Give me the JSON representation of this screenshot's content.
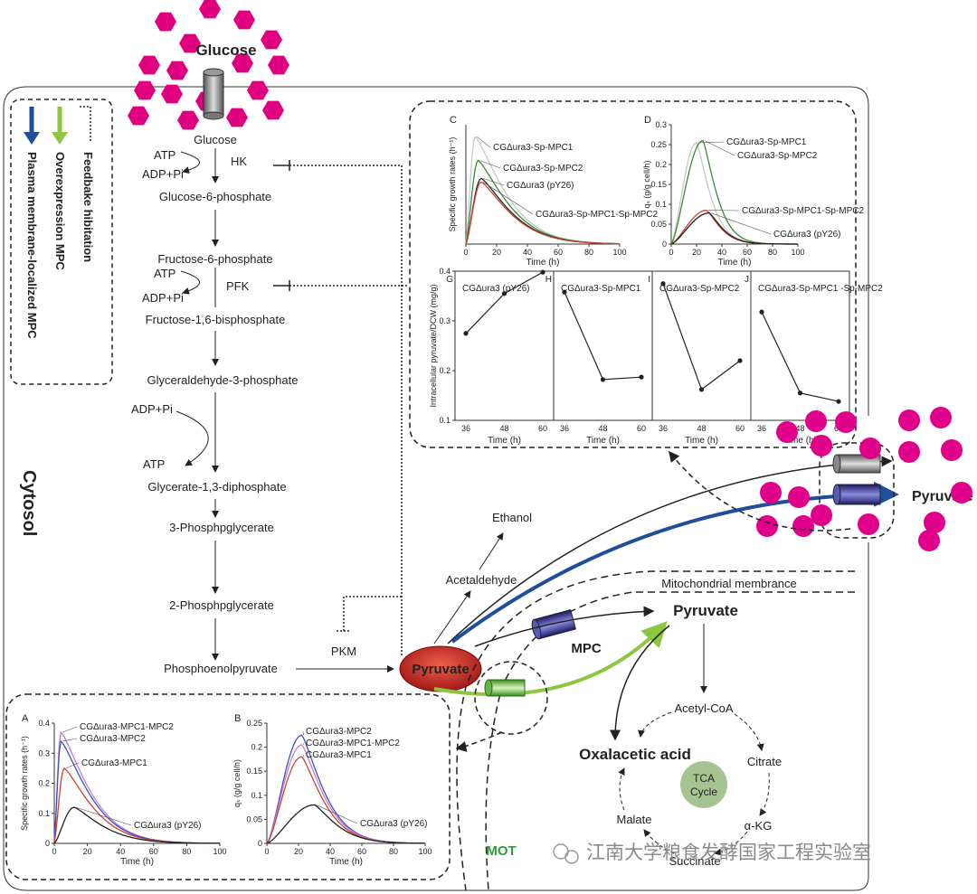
{
  "colors": {
    "hexagon": "#e0007f",
    "dot": "#e0008a",
    "blue_arrow": "#1f4e9a",
    "green_arrow": "#8dc63f",
    "pyruvate_oval": "#c8242b",
    "tca_circle": "#a6c491",
    "mot_label": "#2e9a3a"
  },
  "legend": {
    "blue_arrow_text": "Plasma membrane-localized MPC",
    "green_arrow_text": "Overexpression MPC",
    "dotted_text": "Feedbake hibitation",
    "blue_arrow_icon": "down-arrow-icon",
    "green_arrow_icon": "down-arrow-icon"
  },
  "labels": {
    "glucose_top": "Glucose",
    "cytosol": "Cytosol",
    "glucose": "Glucose",
    "atp1": "ATP",
    "adp1": "ADP+Pi",
    "hk": "HK",
    "g6p": "Glucose-6-phosphate",
    "f6p": "Fructose-6-phosphate",
    "atp2": "ATP",
    "adp2": "ADP+Pi",
    "pfk": "PFK",
    "f16bp": "Fructose-1,6-bisphosphate",
    "g3p": "Glyceraldehyde-3-phosphate",
    "adp3": "ADP+Pi",
    "atp3": "ATP",
    "g13dp": "Glycerate-1,3-diphosphate",
    "pg3": "3-Phosphpglycerate",
    "pg2": "2-Phosphpglycerate",
    "pep": "Phosphoenolpyruvate",
    "pkm": "PKM",
    "pyruvate_cyto": "Pyruvate",
    "ethanol": "Ethanol",
    "acetaldehyde": "Acetaldehyde",
    "mito_membrane": "Mitochondrial membrance",
    "pyruvate_mito": "Pyruvate",
    "mpc": "MPC",
    "pyruvate_out": "Pyruvate",
    "acetyl_coa": "Acetyl-CoA",
    "oxaloacetic": "Oxalacetic acid",
    "citrate": "Citrate",
    "tca_line1": "TCA",
    "tca_line2": "Cycle",
    "malate": "Malate",
    "akg": "α-KG",
    "succinate": "Succinate",
    "mot": "MOT",
    "watermark": "江南大学粮食发酵国家工程实验室"
  },
  "chart_data": [
    {
      "panel": "A",
      "type": "line",
      "ylabel": "Specific growth rates (h⁻¹)",
      "xlabel": "Time (h)",
      "xlim": [
        0,
        100
      ],
      "ylim": [
        0,
        0.4
      ],
      "xticks": [
        0,
        20,
        40,
        60,
        80,
        100
      ],
      "yticks": [
        0.0,
        0.1,
        0.2,
        0.3,
        0.4
      ],
      "series": [
        {
          "name": "CGΔura3-MPC1-MPC2",
          "color": "#c080d0",
          "peak_x": 4,
          "peak_y": 0.37
        },
        {
          "name": "CGΔura3-MPC2",
          "color": "#4050c0",
          "peak_x": 4,
          "peak_y": 0.34
        },
        {
          "name": "CGΔura3-MPC1",
          "color": "#d04030",
          "peak_x": 6,
          "peak_y": 0.25
        },
        {
          "name": "CGΔura3 (pY26)",
          "color": "#222222",
          "peak_x": 12,
          "peak_y": 0.12
        }
      ]
    },
    {
      "panel": "B",
      "type": "line",
      "ylabel": "qₛ (g/g cell/h)",
      "xlabel": "Time (h)",
      "xlim": [
        0,
        100
      ],
      "ylim": [
        0,
        0.25
      ],
      "xticks": [
        0,
        20,
        40,
        60,
        80,
        100
      ],
      "yticks": [
        0.0,
        0.05,
        0.1,
        0.15,
        0.2,
        0.25
      ],
      "series": [
        {
          "name": "CGΔura3-MPC2",
          "color": "#4050c0",
          "peak_x": 22,
          "peak_y": 0.225
        },
        {
          "name": "CGΔura3-MPC1-MPC2",
          "color": "#c080d0",
          "peak_x": 22,
          "peak_y": 0.205
        },
        {
          "name": "CGΔura3-MPC1",
          "color": "#d04030",
          "peak_x": 22,
          "peak_y": 0.18
        },
        {
          "name": "CGΔura3 (pY26)",
          "color": "#222222",
          "peak_x": 30,
          "peak_y": 0.08
        }
      ]
    },
    {
      "panel": "C",
      "type": "line",
      "ylabel": "Specific growth rates (h⁻¹)",
      "xlabel": "Time (h)",
      "xlim": [
        0,
        100
      ],
      "xticks": [
        0,
        20,
        40,
        60,
        80,
        100
      ],
      "series": [
        {
          "name": "CGΔura3-Sp-MPC1",
          "color": "#c8c8c8",
          "peak_x": 6,
          "peak_rel": 0.9
        },
        {
          "name": "CGΔura3-Sp-MPC2",
          "color": "#3a8a3a",
          "peak_x": 8,
          "peak_rel": 0.7
        },
        {
          "name": "CGΔura3 (pY26)",
          "color": "#222222",
          "peak_x": 10,
          "peak_rel": 0.55
        },
        {
          "name": "CGΔura3-Sp-MPC1-Sp-MPC2",
          "color": "#d04030",
          "peak_x": 10,
          "peak_rel": 0.52
        }
      ]
    },
    {
      "panel": "D",
      "type": "line",
      "ylabel": "qₛ (g/g cell/h)",
      "xlabel": "Time (h)",
      "xlim": [
        0,
        100
      ],
      "ylim": [
        0,
        0.3
      ],
      "xticks": [
        0,
        20,
        40,
        60,
        80,
        100
      ],
      "yticks": [
        0.0,
        0.05,
        0.1,
        0.15,
        0.2,
        0.25,
        0.3
      ],
      "series": [
        {
          "name": "CGΔura3-Sp-MPC1",
          "color": "#c8c8c8",
          "peak_x": 20,
          "peak_y": 0.255
        },
        {
          "name": "CGΔura3-Sp-MPC2",
          "color": "#3a8a3a",
          "peak_x": 25,
          "peak_y": 0.26
        },
        {
          "name": "CGΔura3-Sp-MPC1-Sp-MPC2",
          "color": "#d04030",
          "peak_x": 28,
          "peak_y": 0.085
        },
        {
          "name": "CGΔura3 (pY26)",
          "color": "#222222",
          "peak_x": 30,
          "peak_y": 0.078
        }
      ]
    },
    {
      "panel": "G-J",
      "type": "line",
      "ylabel": "Intracellular pyruvate/DCW (mg/g)",
      "xlabel": "Time (h)",
      "ylim": [
        0.1,
        0.4
      ],
      "yticks": [
        0.1,
        0.2,
        0.3,
        0.4
      ],
      "xticks": [
        36,
        48,
        60
      ],
      "panels": [
        {
          "letter": "G",
          "title": "CGΔura3 (pY26)",
          "x": [
            36,
            48,
            60
          ],
          "y": [
            0.275,
            0.355,
            0.398
          ]
        },
        {
          "letter": "H",
          "title": "CGΔura3-Sp-MPC1",
          "x": [
            36,
            48,
            60
          ],
          "y": [
            0.358,
            0.182,
            0.187
          ]
        },
        {
          "letter": "I",
          "title": "CGΔura3-Sp-MPC2",
          "x": [
            36,
            48,
            60
          ],
          "y": [
            0.375,
            0.162,
            0.22
          ]
        },
        {
          "letter": "J",
          "title": "CGΔura3-Sp-MPC1 -Sp-MPC2",
          "x": [
            36,
            48,
            60
          ],
          "y": [
            0.318,
            0.155,
            0.138
          ]
        }
      ]
    }
  ]
}
